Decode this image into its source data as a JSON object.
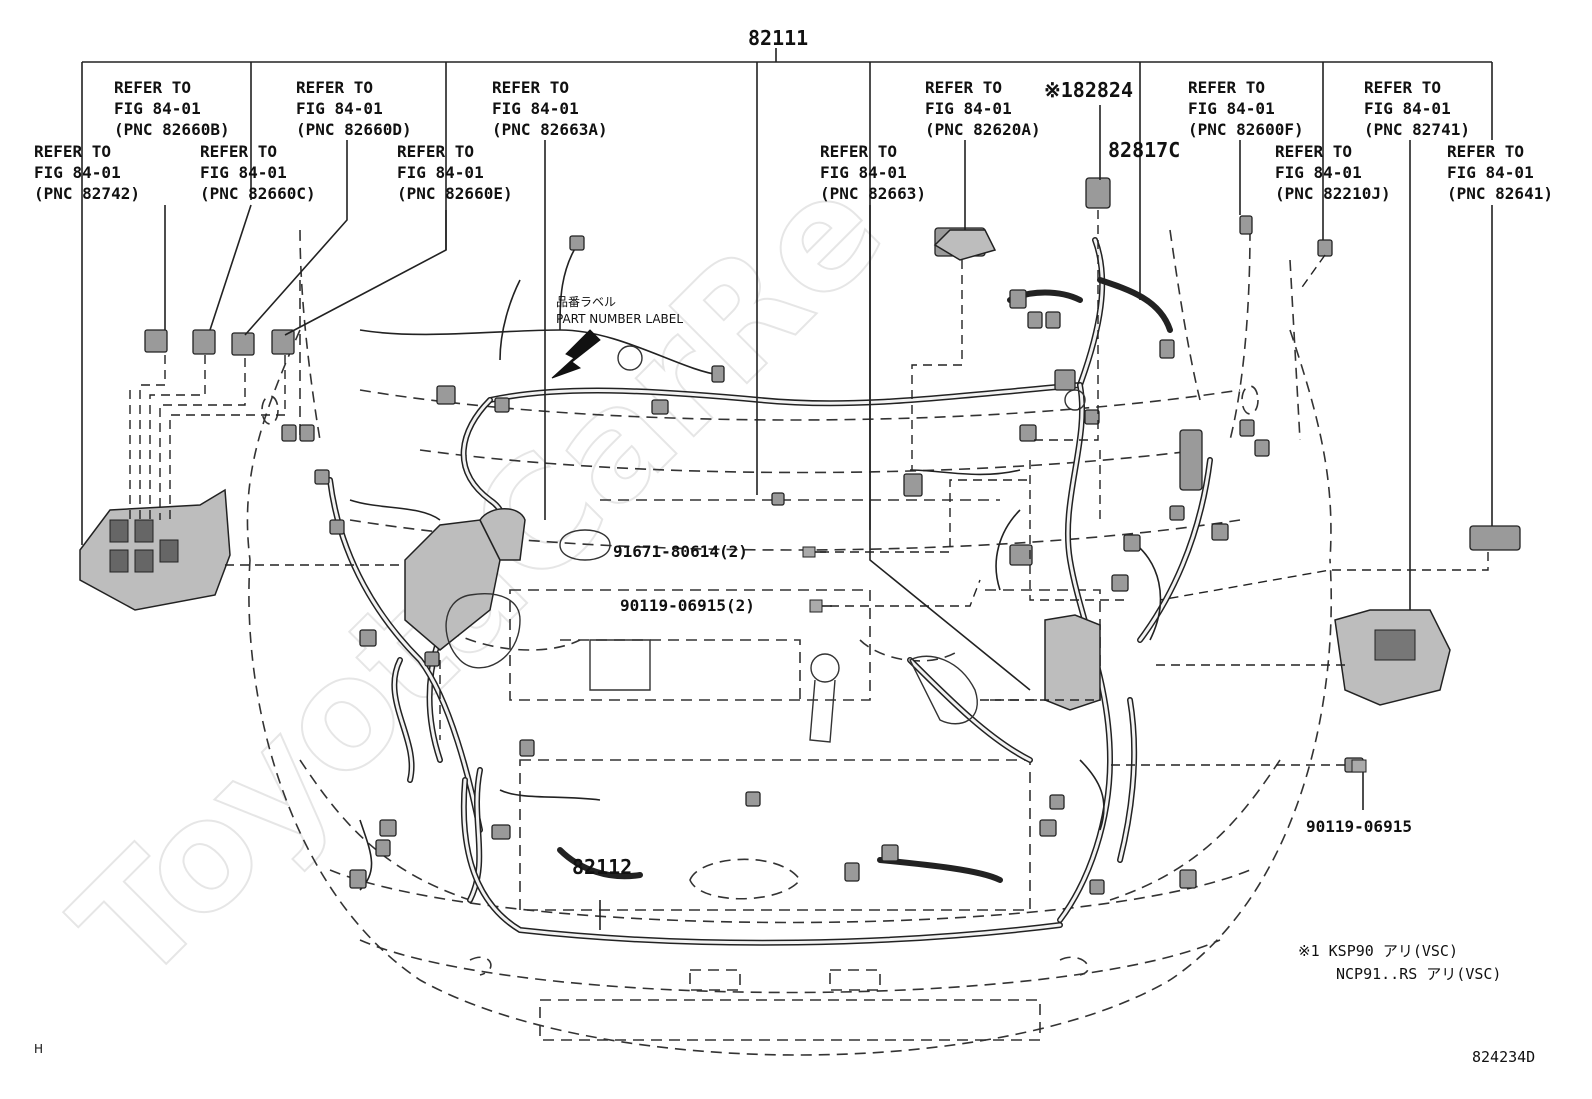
{
  "diagram": {
    "main_part": "82111",
    "sub_part": "82112",
    "part_82817c": "82817C",
    "part_82824": "※182824",
    "callouts": [
      {
        "line1": "REFER TO",
        "line2": "FIG 84-01",
        "line3": "(PNC 82742)"
      },
      {
        "line1": "REFER TO",
        "line2": "FIG 84-01",
        "line3": "(PNC 82660B)"
      },
      {
        "line1": "REFER TO",
        "line2": "FIG 84-01",
        "line3": "(PNC 82660C)"
      },
      {
        "line1": "REFER TO",
        "line2": "FIG 84-01",
        "line3": "(PNC 82660D)"
      },
      {
        "line1": "REFER TO",
        "line2": "FIG 84-01",
        "line3": "(PNC 82660E)"
      },
      {
        "line1": "REFER TO",
        "line2": "FIG 84-01",
        "line3": "(PNC 82663A)"
      },
      {
        "line1": "REFER TO",
        "line2": "FIG 84-01",
        "line3": "(PNC 82663)"
      },
      {
        "line1": "REFER TO",
        "line2": "FIG 84-01",
        "line3": "(PNC 82620A)"
      },
      {
        "line1": "REFER TO",
        "line2": "FIG 84-01",
        "line3": "(PNC 82600F)"
      },
      {
        "line1": "REFER TO",
        "line2": "FIG 84-01",
        "line3": "(PNC 82210J)"
      },
      {
        "line1": "REFER TO",
        "line2": "FIG 84-01",
        "line3": "(PNC 82741)"
      },
      {
        "line1": "REFER TO",
        "line2": "FIG 84-01",
        "line3": "(PNC 82641)"
      }
    ],
    "part_label_jp": "品番ラベル",
    "part_label_en": "PART NUMBER LABEL",
    "bolt_1": "91671-80614(2)",
    "bolt_2": "90119-06915(2)",
    "bolt_3": "90119-06915",
    "note_line1": "※1 KSP90 アリ(VSC)",
    "note_line2": "NCP91..RS アリ(VSC)",
    "watermark": "ToyotaCarRe",
    "corner_mark": "H",
    "figure_id": "824234D"
  }
}
